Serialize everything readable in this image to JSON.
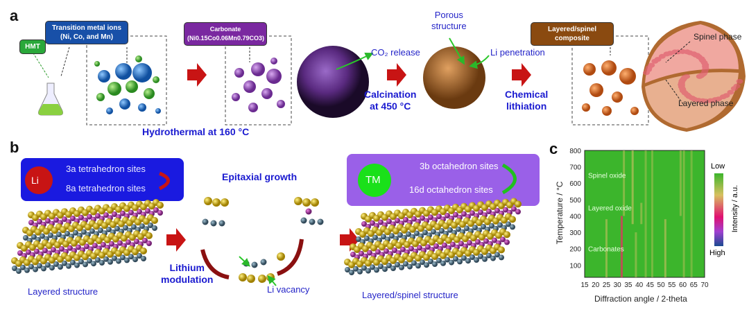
{
  "panel_a": {
    "label": "a",
    "hmt": "HMT",
    "tm_ions": [
      "Transition metal ions",
      "(Ni, Co, and Mn)"
    ],
    "carbonate": [
      "Carbonate",
      "(Ni0.15Co0.06Mn0.79CO3)"
    ],
    "co2_release": "CO₂ release",
    "porous": [
      "Porous",
      "structure"
    ],
    "li_penetration": "Li penetration",
    "calcination": [
      "Calcination",
      "at 450 °C"
    ],
    "chemical": [
      "Chemical",
      "lithiation"
    ],
    "composite": [
      "Layered/spinel",
      "composite"
    ],
    "spinel_phase": "Spinel phase",
    "layered_phase": "Layered phase",
    "hydrothermal": "Hydrothermal at 160 °C"
  },
  "panel_b": {
    "label": "b",
    "li": "Li",
    "li_sites": [
      "3a tetrahedron sites",
      "8a tetrahedron sites"
    ],
    "tm": "TM",
    "tm_sites": [
      "3b octahedron sites",
      "16d octahedron sites"
    ],
    "epitaxial": "Epitaxial growth",
    "lithium_modulation": [
      "Lithium",
      "modulation"
    ],
    "li_vacancy": "Li vacancy",
    "layered_structure": "Layered structure",
    "layered_spinel_structure": "Layered/spinel structure"
  },
  "chart_data": {
    "label": "c",
    "type": "heatmap",
    "xlabel": "Diffraction angle / 2-theta",
    "ylabel": "Temperature / °C",
    "xlim": [
      15,
      70
    ],
    "ylim": [
      25,
      800
    ],
    "xticks": [
      15,
      20,
      25,
      30,
      35,
      40,
      45,
      50,
      55,
      60,
      65,
      70
    ],
    "yticks": [
      100,
      200,
      300,
      400,
      500,
      600,
      700,
      800
    ],
    "colorbar": {
      "label": "Intensity / a.u.",
      "low": "Low",
      "high": "High"
    },
    "annotations": [
      {
        "text": "Spinel oxide",
        "temp": 650
      },
      {
        "text": "Layered oxide",
        "temp": 450
      },
      {
        "text": "Carbonates",
        "temp": 200
      }
    ],
    "peaks": [
      {
        "angle": 25,
        "t_start": 25,
        "t_end": 380,
        "intensity": 0.45
      },
      {
        "angle": 32,
        "t_start": 25,
        "t_end": 400,
        "intensity": 0.9
      },
      {
        "angle": 33,
        "t_start": 400,
        "t_end": 800,
        "intensity": 0.35
      },
      {
        "angle": 37,
        "t_start": 350,
        "t_end": 800,
        "intensity": 0.55
      },
      {
        "angle": 38.5,
        "t_start": 25,
        "t_end": 300,
        "intensity": 0.3
      },
      {
        "angle": 41,
        "t_start": 350,
        "t_end": 480,
        "intensity": 0.35
      },
      {
        "angle": 43,
        "t_start": 25,
        "t_end": 800,
        "intensity": 0.2
      },
      {
        "angle": 46,
        "t_start": 25,
        "t_end": 800,
        "intensity": 0.2
      },
      {
        "angle": 52,
        "t_start": 25,
        "t_end": 380,
        "intensity": 0.5
      },
      {
        "angle": 59,
        "t_start": 400,
        "t_end": 800,
        "intensity": 0.3
      },
      {
        "angle": 60.5,
        "t_start": 25,
        "t_end": 800,
        "intensity": 0.25
      },
      {
        "angle": 64,
        "t_start": 25,
        "t_end": 800,
        "intensity": 0.15
      }
    ],
    "colors": {
      "background": "#3cb52c",
      "peak_low": "#c8c060",
      "peak_high": "#d0405a"
    }
  }
}
